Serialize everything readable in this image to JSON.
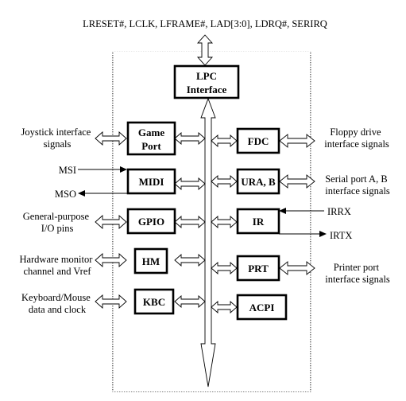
{
  "top_signals": "LRESET#, LCLK, LFRAME#, LAD[3:0], LDRQ#, SERIRQ",
  "blocks": {
    "lpc": [
      "LPC",
      "Interface"
    ],
    "game_port": [
      "Game",
      "Port"
    ],
    "midi": "MIDI",
    "gpio": "GPIO",
    "hm": "HM",
    "kbc": "KBC",
    "fdc": "FDC",
    "ura": "URA, B",
    "ir": "IR",
    "prt": "PRT",
    "acpi": "ACPI"
  },
  "left_labels": {
    "joystick": [
      "Joystick interface",
      "signals"
    ],
    "msi": "MSI",
    "mso": "MSO",
    "gpio": [
      "General-purpose",
      "I/O pins"
    ],
    "hm": [
      "Hardware monitor",
      "channel and Vref"
    ],
    "kbc": [
      "Keyboard/Mouse",
      "data and clock"
    ]
  },
  "right_labels": {
    "fdc": [
      "Floppy drive",
      "interface signals"
    ],
    "ura": [
      "Serial port A, B",
      "interface signals"
    ],
    "irrx": "IRRX",
    "irtx": "IRTX",
    "prt": [
      "Printer port",
      "interface signals"
    ]
  }
}
